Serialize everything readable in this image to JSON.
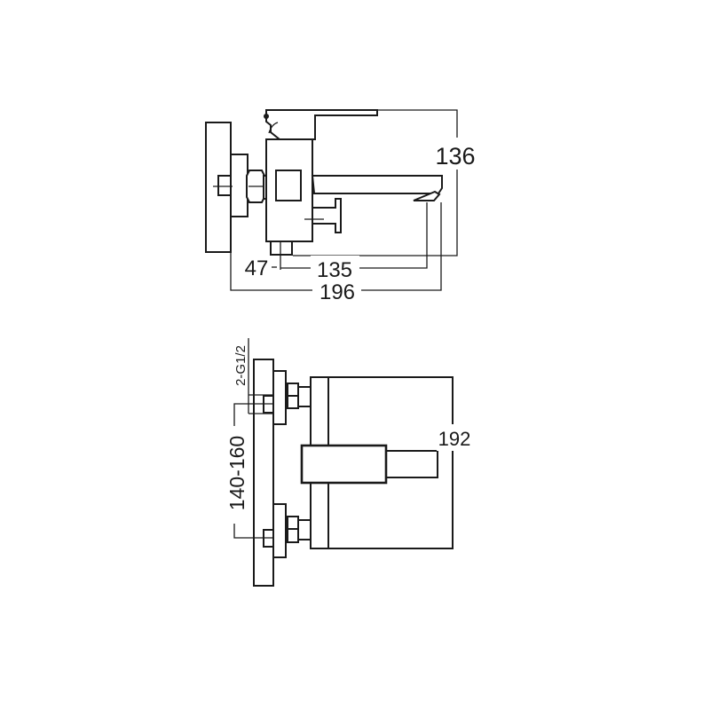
{
  "side_view": {
    "dimensions": {
      "height": "136",
      "spout_reach": "135",
      "wall_offset": "47",
      "total_length": "196"
    }
  },
  "front_view": {
    "dimensions": {
      "thread": "2-G1/2",
      "centers": "140-160",
      "height": "192"
    }
  }
}
